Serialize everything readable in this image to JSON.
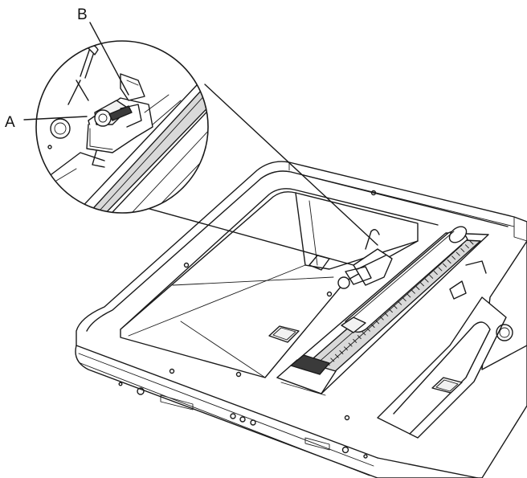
{
  "callouts": [
    {
      "id": "A",
      "label": "A"
    },
    {
      "id": "B",
      "label": "B"
    }
  ],
  "colors": {
    "line": "#1a1a1a",
    "background": "#ffffff",
    "shade": "#d9d9d9"
  }
}
